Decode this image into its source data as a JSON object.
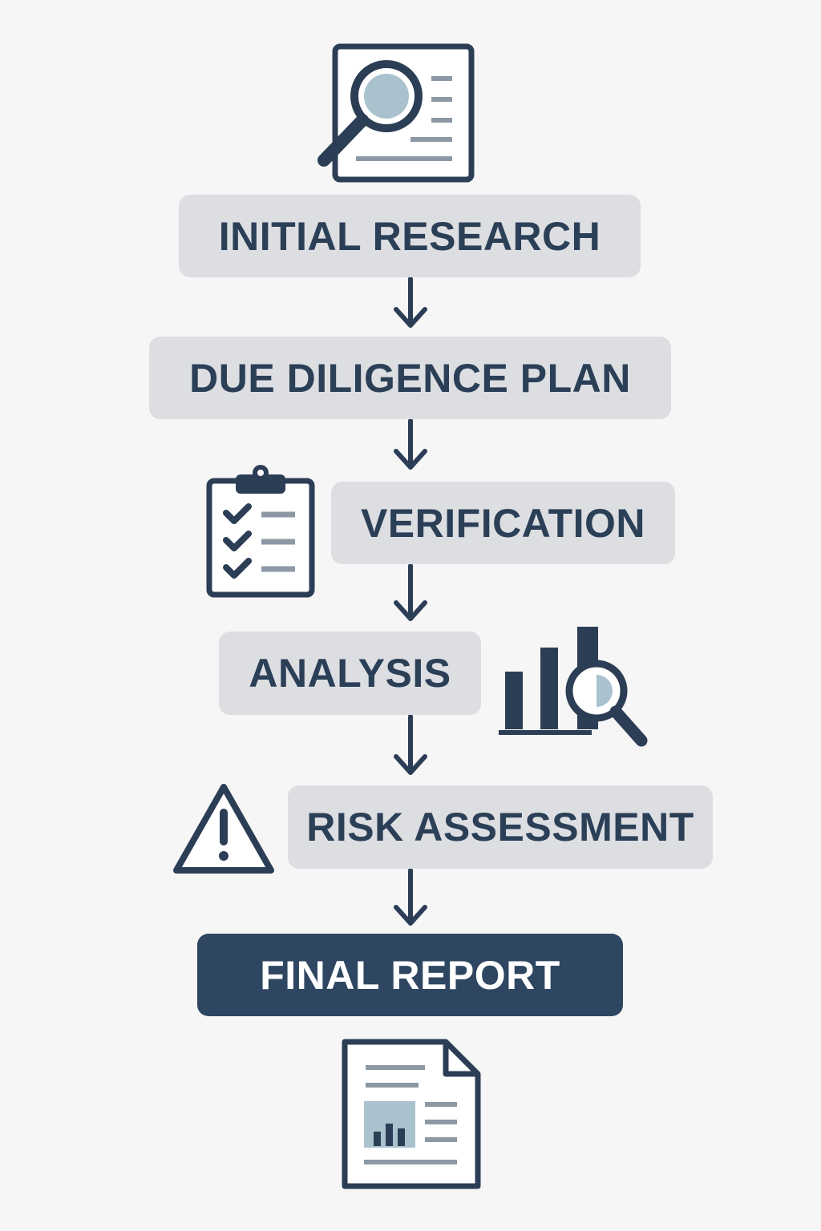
{
  "diagram": {
    "colors": {
      "background": "#f6f6f6",
      "box_fill": "#dcdee2",
      "box_text": "#2b3f57",
      "final_fill": "#2e4661",
      "final_text": "#ffffff",
      "icon_stroke": "#2c3e55",
      "icon_accent": "#a9c2ce",
      "icon_line": "#8d98a5"
    },
    "steps": [
      {
        "label": "INITIAL RESEARCH",
        "icon": "magnifier-document-icon"
      },
      {
        "label": "DUE DILIGENCE PLAN",
        "icon": ""
      },
      {
        "label": "VERIFICATION",
        "icon": "clipboard-checklist-icon"
      },
      {
        "label": "ANALYSIS",
        "icon": "bar-chart-magnifier-icon"
      },
      {
        "label": "RISK ASSESSMENT",
        "icon": "warning-triangle-icon"
      },
      {
        "label": "FINAL REPORT",
        "icon": "report-document-icon"
      }
    ]
  }
}
